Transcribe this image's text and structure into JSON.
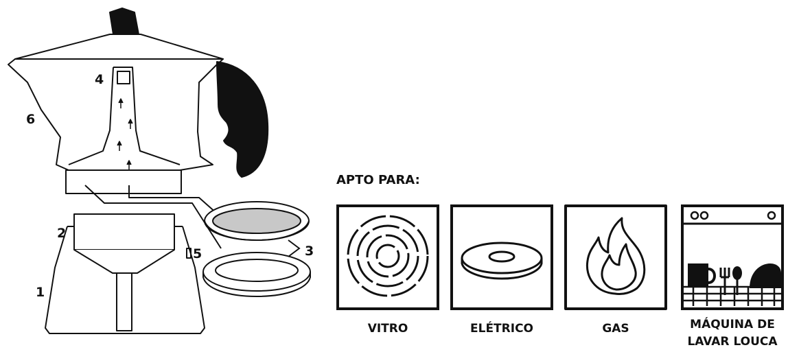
{
  "diagram": {
    "part_labels": [
      "1",
      "2",
      "3",
      "4",
      "5",
      "6"
    ]
  },
  "suitability": {
    "heading": "APTO PARA:",
    "items": [
      {
        "caption": "VITRO",
        "icon": "vitro-hob-icon"
      },
      {
        "caption": "ELÉTRICO",
        "icon": "electric-hob-icon"
      },
      {
        "caption": "GAS",
        "icon": "gas-flame-icon"
      },
      {
        "caption_line1": "MÁQUINA DE",
        "caption_line2": "LAVAR LOUCA",
        "icon": "dishwasher-icon"
      }
    ]
  },
  "colors": {
    "ink": "#111111",
    "filter_fill": "#c8c8c8"
  }
}
